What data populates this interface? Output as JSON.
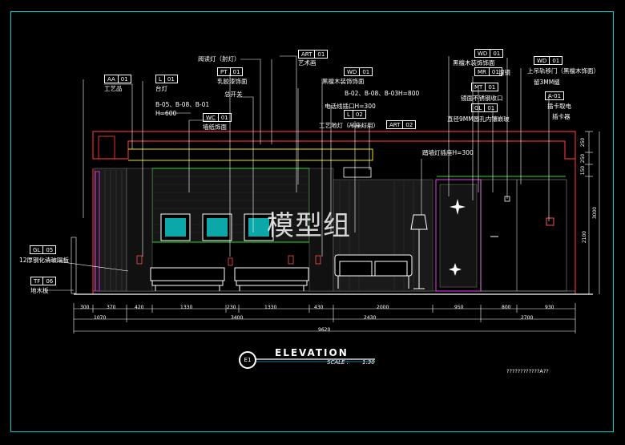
{
  "drawing": {
    "title": "ELEVATION",
    "scale_label": "SCALE :",
    "scale_value": "1:30",
    "bubble": "E1",
    "watermark": "模型组",
    "bottom_note": "????????????A??"
  },
  "callouts": {
    "gongyi": "工艺品",
    "aa": "AA",
    "aa_no": "01",
    "taideng": "台灯",
    "l1": "L",
    "l1_no": "01",
    "bcodes": "B-05、B-08、B-01",
    "h600": "H=600",
    "yuedu": "阅读灯（射灯）",
    "pt": "PT",
    "pt_no": "01",
    "rujiao": "乳胶漆饰面",
    "wc": "WC",
    "wc_no": "01",
    "qiangzhi": "墙纸饰面",
    "kaiguan": "总开关",
    "art1": "ART",
    "art1_no": "01",
    "yishu": "艺术画",
    "wd1": "WD",
    "wd1_no": "01",
    "heitan": "黑檀木装饰饰面",
    "b02": "B-02、B-08、B-03",
    "h800": "H=800",
    "dianhua": "电话线插口H=300",
    "l2": "L",
    "l2_no": "02",
    "gongyideng": "工艺地灯（吊座灯用）",
    "art2": "ART",
    "art2_no": "02",
    "lianqiang": "踏墙灯插座H=300",
    "wd2": "WD",
    "wd2_no": "01",
    "heitanmen": "黑檀木装饰饰面",
    "mr": "MR",
    "mr_no": "01",
    "jingzi": "银镜",
    "mt": "MT",
    "mt_no": "01",
    "xiuhua": "镜面不锈钢收口",
    "gl1": "GL",
    "gl1_no": "01",
    "boli": "直径9MM圆孔内镶嵌玻",
    "wd3": "WD",
    "wd3_no": "01",
    "shangdiao": "上吊轨移门（黑檀木饰面）",
    "sanmm": "留3MM缝",
    "a01": "A-01",
    "chakaqu": "插卡取电",
    "chaka": "插卡器",
    "gl2": "GL",
    "gl2_no": "05",
    "biaosi": "12厚钢化清玻隔板",
    "tf": "TF",
    "tf_no": "06",
    "dimu": "地木板"
  },
  "dims": {
    "row1": [
      "300",
      "370",
      "420",
      "1330",
      "230",
      "1330",
      "430",
      "2000",
      "950",
      "800",
      "930"
    ],
    "row2": [
      "1070",
      "3400",
      "2430",
      "2700"
    ],
    "total": "9620",
    "vertical": [
      "250",
      "250",
      "150",
      "3000",
      "2100"
    ]
  }
}
